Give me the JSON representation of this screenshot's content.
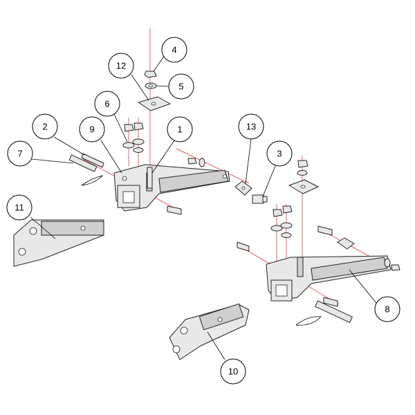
{
  "diagram": {
    "callouts": [
      "1",
      "2",
      "3",
      "4",
      "5",
      "6",
      "7",
      "8",
      "9",
      "10",
      "11",
      "12",
      "13"
    ],
    "colors": {
      "leader": "#000000",
      "axis": "#dd2222",
      "part_fill": "#e8e8e8"
    },
    "parts": {
      "left_bracket": "hitch-bracket-icon",
      "right_bracket": "hitch-bracket-icon",
      "stinger_11": "stinger-icon",
      "stinger_10": "stinger-icon",
      "plate": "plate-icon",
      "nut": "nut-icon",
      "washer": "washer-icon",
      "bolt": "bolt-icon",
      "pin": "pin-icon"
    }
  }
}
